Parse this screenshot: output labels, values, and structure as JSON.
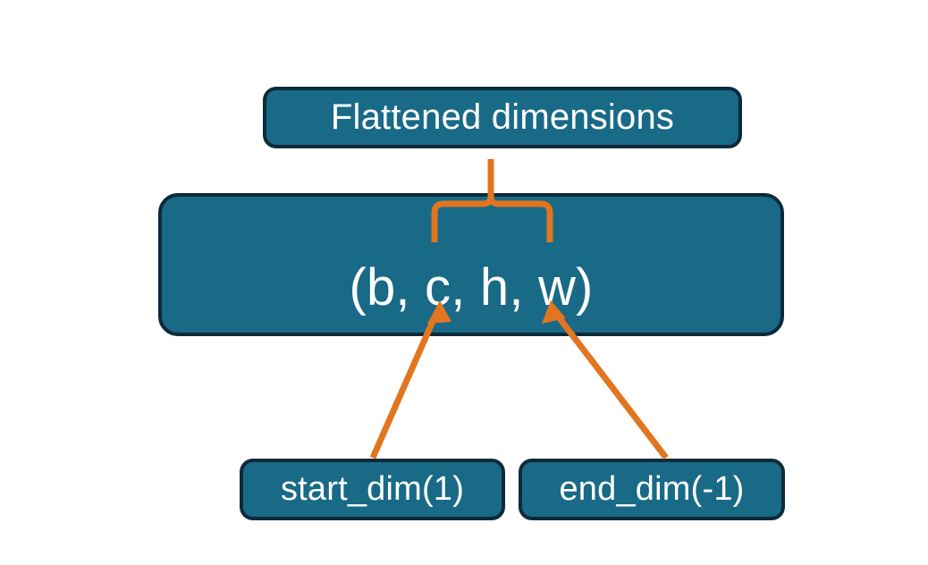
{
  "diagram": {
    "title_box": {
      "label": "Flattened dimensions"
    },
    "shape_box": {
      "label": "(b, c, h, w)"
    },
    "argument_boxes": [
      {
        "label": "start_dim(1)"
      },
      {
        "label": "end_dim(-1)"
      }
    ],
    "connectors": {
      "brace_label": "brace-spanning-c-h-w",
      "start_dim_arrow_label": "arrow-start-dim-to-c",
      "end_dim_arrow_label": "arrow-end-dim-to-w"
    },
    "colors": {
      "box_fill": "#186A87",
      "box_border": "#0E2A3A",
      "connector": "#E2751F",
      "text": "#FFFFFF",
      "background": "#FFFFFF"
    }
  }
}
